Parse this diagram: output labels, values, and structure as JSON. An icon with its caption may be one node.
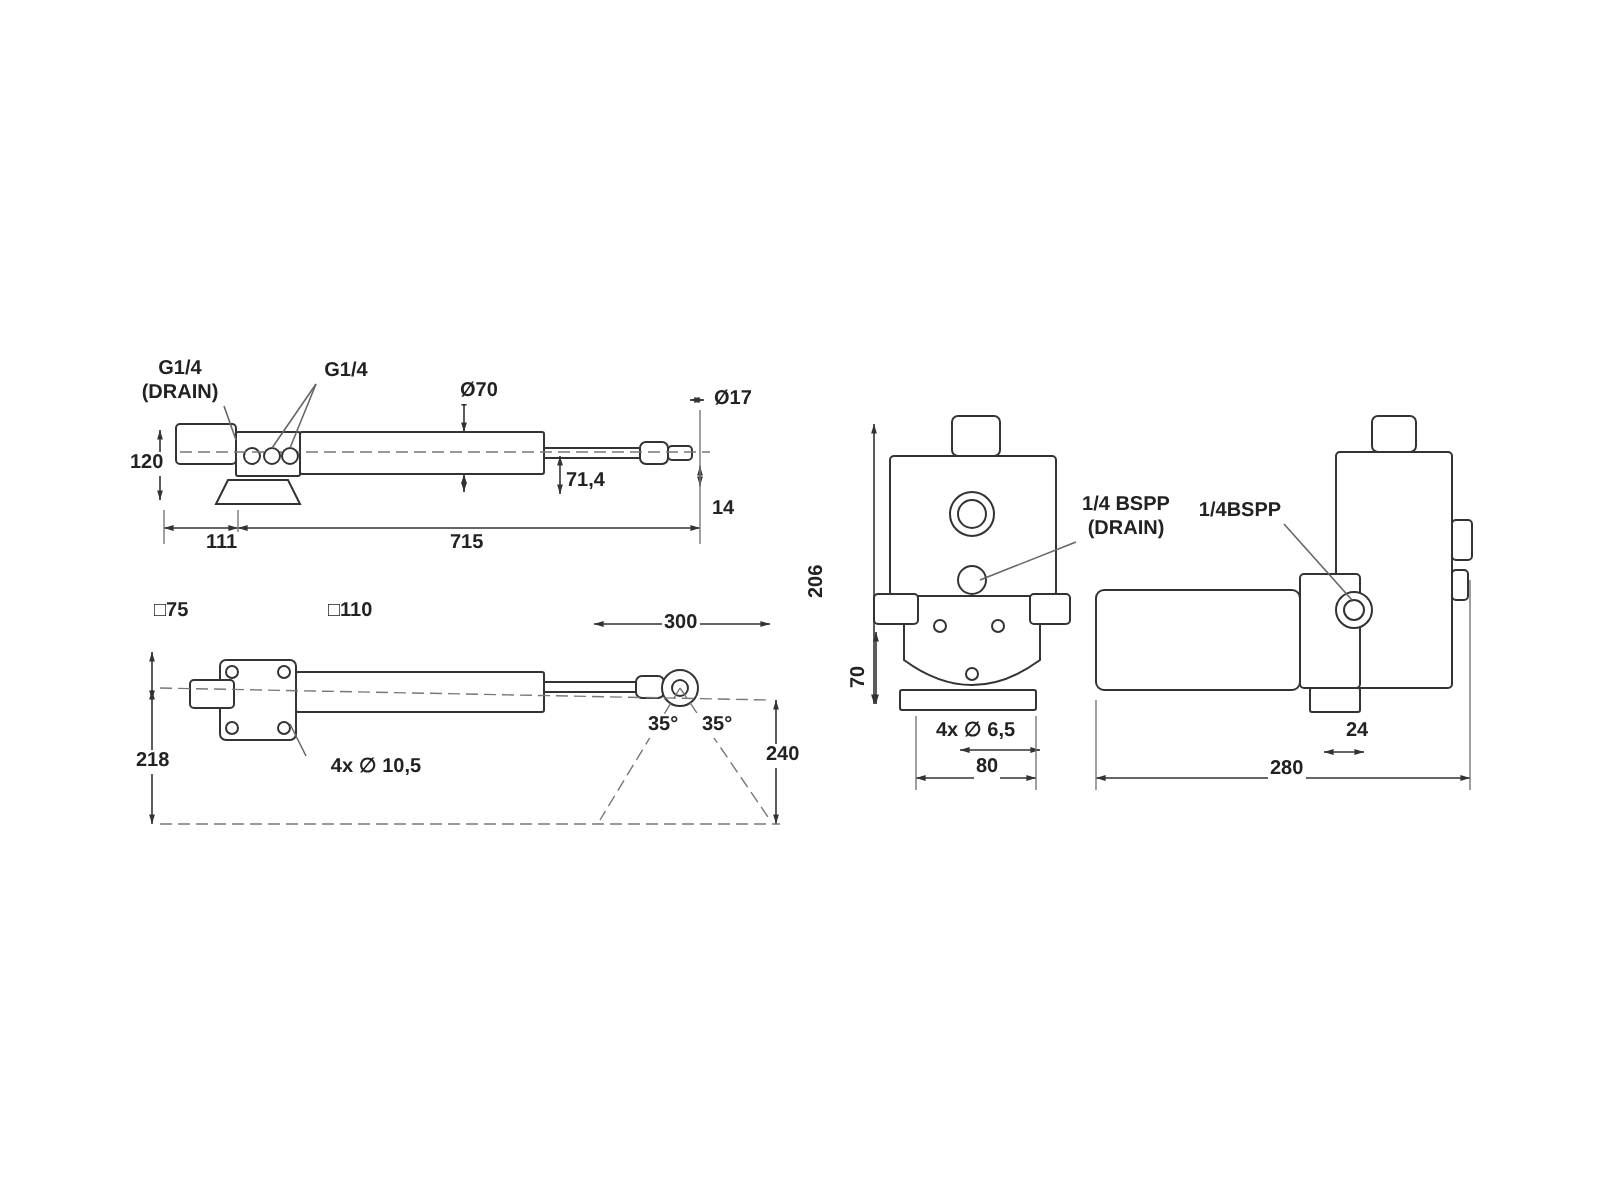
{
  "diagram": {
    "nodes": [
      {
        "text": [
          "G1/4 (DRAIN)"
        ]
      },
      {
        "text": [
          "G1/4"
        ]
      },
      {
        "text": [
          "4x ∅ 10,5"
        ]
      },
      {
        "text": [
          "1/4 BSPP (DRAIN)"
        ]
      },
      {
        "text": [
          "1/4BSPP"
        ]
      },
      {
        "text": [],
        "shape": "circle"
      },
      {
        "text": [],
        "shape": "circle"
      }
    ],
    "edges": [
      {
        "from": 0,
        "to": null,
        "arrow": "none"
      },
      {
        "from": 1,
        "to": 5,
        "arrow": "none"
      },
      {
        "from": 1,
        "to": 6,
        "arrow": "none"
      },
      {
        "from": 2,
        "to": null,
        "arrow": "none"
      },
      {
        "from": 3,
        "to": null,
        "arrow": "none"
      },
      {
        "from": 4,
        "to": null,
        "arrow": "none"
      }
    ],
    "labels": [
      "Ø70",
      "Ø17",
      "120",
      "71,4",
      "14",
      "111",
      "715",
      "□75",
      "□110",
      "300",
      "35°",
      "35°",
      "218",
      "240",
      "4x ∅ 6,5",
      "206",
      "70",
      "80",
      "280",
      "24"
    ]
  }
}
